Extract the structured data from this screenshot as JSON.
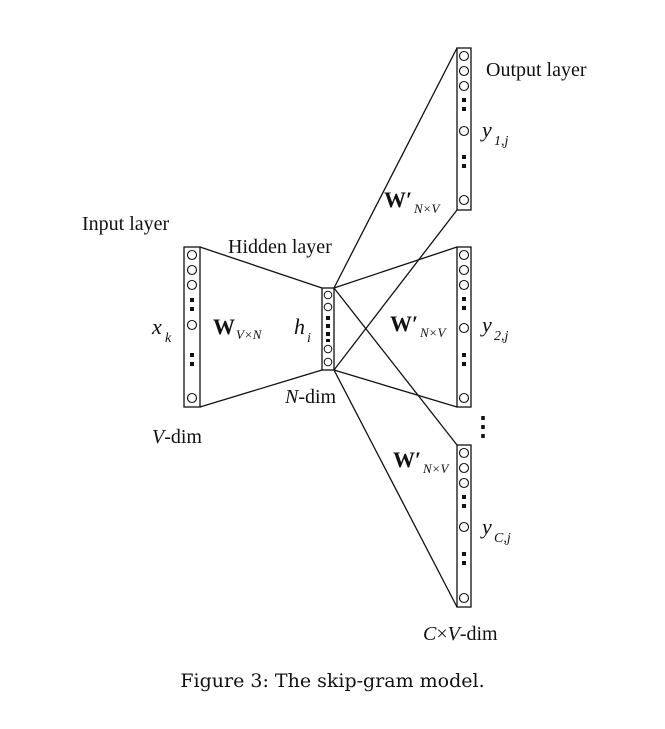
{
  "diagram": {
    "labels": {
      "output_layer": "Output layer",
      "input_layer": "Input layer",
      "hidden_layer": "Hidden layer",
      "n_dim": "-dim",
      "n_dim_var": "N",
      "v_dim": "-dim",
      "v_dim_var": "V",
      "cv_dim_var1": "C",
      "cv_dim_times": "×",
      "cv_dim_var2": "V",
      "cv_dim_suffix": "-dim",
      "x_k_main": "x",
      "x_k_sub": "k",
      "h_i_main": "h",
      "h_i_sub": "i",
      "w_main": "W",
      "w_sub": "V×N",
      "wp_main": "W′",
      "wp_sub": "N×V",
      "y1_main": "y",
      "y1_sub": "1,j",
      "y2_main": "y",
      "y2_sub": "2,j",
      "yc_main": "y",
      "yc_sub": "C,j",
      "vdots": "⋮"
    }
  },
  "caption": "Figure 3: The skip-gram model."
}
